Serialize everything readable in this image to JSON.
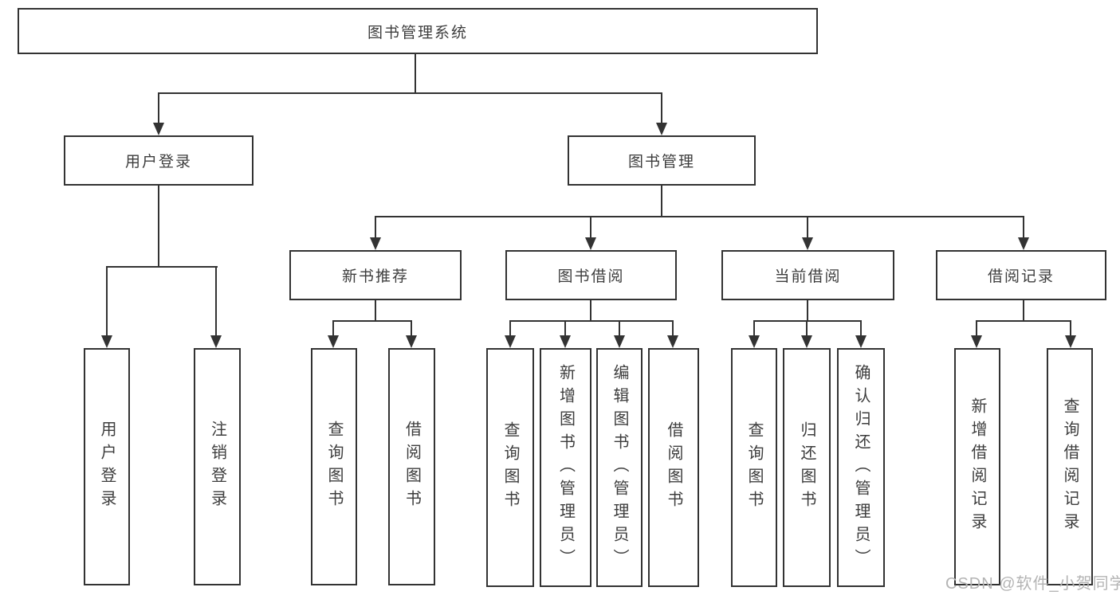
{
  "diagram": {
    "root": {
      "label": "图书管理系统"
    },
    "branches": [
      {
        "label": "用户登录",
        "leaves": [
          "用户登录",
          "注销登录"
        ]
      },
      {
        "label": "图书管理",
        "subbranches": [
          {
            "label": "新书推荐",
            "leaves": [
              "查询图书",
              "借阅图书"
            ]
          },
          {
            "label": "图书借阅",
            "leaves": [
              "查询图书",
              "新增图书（管理员）",
              "编辑图书（管理员）",
              "借阅图书"
            ]
          },
          {
            "label": "当前借阅",
            "leaves": [
              "查询图书",
              "归还图书",
              "确认归还（管理员）"
            ]
          },
          {
            "label": "借阅记录",
            "leaves": [
              "新增借阅记录",
              "查询借阅记录"
            ]
          }
        ]
      }
    ]
  },
  "watermark": {
    "text": "CSDN @软件_小贺同学",
    "color": "#b4b4b4"
  },
  "colors": {
    "line": "#333333",
    "box_border": "#333333",
    "text": "#3d3d3d",
    "background": "#ffffff"
  }
}
